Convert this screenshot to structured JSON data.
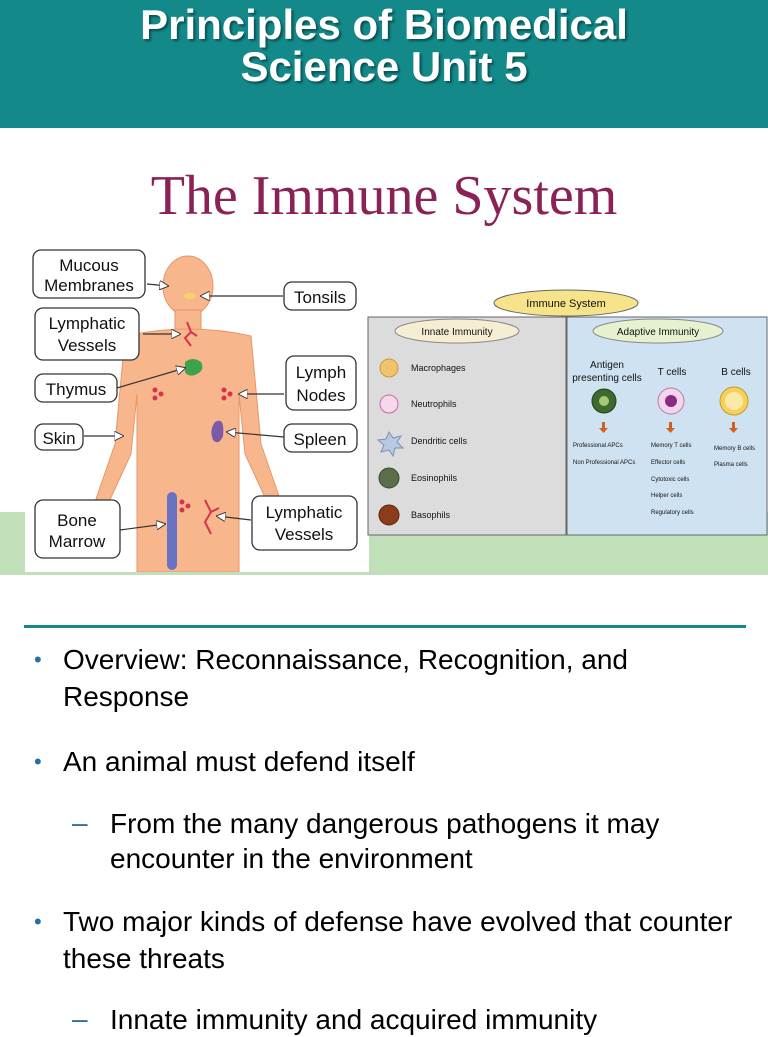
{
  "header": {
    "title_line1": "Principles of Biomedical",
    "title_line2": "Science Unit 5"
  },
  "slide_title": "The Immune System",
  "body_diagram": {
    "labels": {
      "mucous": [
        "Mucous",
        "Membranes"
      ],
      "lymphatic_top": [
        "Lymphatic",
        "Vessels"
      ],
      "thymus": "Thymus",
      "skin": "Skin",
      "bone_marrow": [
        "Bone",
        "Marrow"
      ],
      "tonsils": "Tonsils",
      "lymph_nodes": [
        "Lymph",
        "Nodes"
      ],
      "spleen": "Spleen",
      "lymphatic_bottom": [
        "Lymphatic",
        "Vessels"
      ]
    }
  },
  "immune_chart": {
    "root": "Immune System",
    "innate": {
      "title": "Innate Immunity",
      "cells": [
        "Macrophages",
        "Neutrophils",
        "Dendritic cells",
        "Eosinophils",
        "Basophils"
      ]
    },
    "adaptive": {
      "title": "Adaptive Immunity",
      "columns": [
        {
          "header": [
            "Antigen",
            "presenting  cells"
          ],
          "items": [
            "Professional APCs",
            "Non Professional APCs"
          ]
        },
        {
          "header": [
            "T cells"
          ],
          "items": [
            "Memory T cells",
            "Effector cells",
            "Cytotoxic cells",
            "Helper cells",
            "Regulatory cells"
          ]
        },
        {
          "header": [
            "B cells"
          ],
          "items": [
            "Memory B cells",
            "Plasma cells"
          ]
        }
      ]
    }
  },
  "bullets": [
    {
      "level": 1,
      "text": "Overview: Reconnaissance, Recognition, and Response"
    },
    {
      "level": 1,
      "text": "An animal must defend itself"
    },
    {
      "level": 2,
      "text": "From the many dangerous pathogens it may encounter in the environment"
    },
    {
      "level": 1,
      "text": "Two major kinds of defense have evolved that counter these threats"
    },
    {
      "level": 2,
      "text": "Innate immunity and acquired immunity"
    }
  ],
  "colors": {
    "header_bg": "#13898a",
    "title_color": "#8b2255",
    "bullet_color": "#2a6f9e",
    "band_green": "#bfe0b8"
  }
}
